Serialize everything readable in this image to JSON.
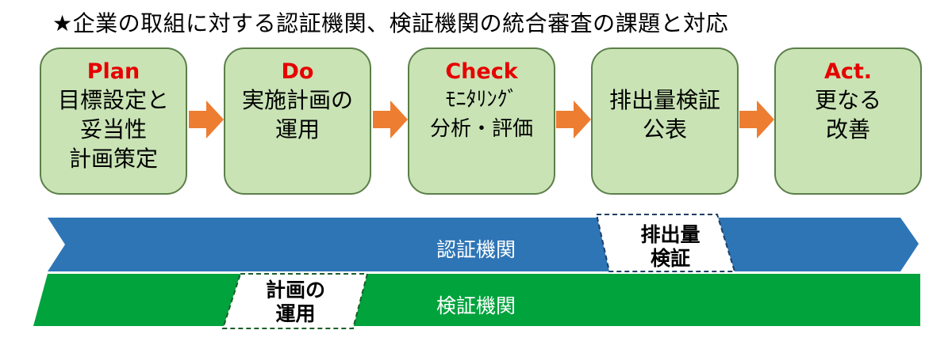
{
  "title": "★企業の取組に対する認証機関、検証機関の統合審査の課題と対応",
  "steps": [
    {
      "head": "Plan",
      "body": "目標設定と\n妥当性\n計画策定"
    },
    {
      "head": "Do",
      "body": "実施計画の\n運用"
    },
    {
      "head": "Check",
      "body": "ﾓﾆﾀﾘﾝｸﾞ\n分析・評価"
    },
    {
      "head": "",
      "body": "排出量検証\n公表"
    },
    {
      "head": "Act.",
      "body": "更なる\n改善"
    }
  ],
  "bands": {
    "certification": {
      "label": "認証機関",
      "color": "#2e75b6"
    },
    "verification": {
      "label": "検証機関",
      "color": "#00a33c"
    },
    "patch_top": "排出量\n検証",
    "patch_bottom": "計画の\n運用"
  },
  "colors": {
    "box_fill": "#c9e3b5",
    "box_border": "#5b7f49",
    "arrow": "#ed7d31",
    "head_text": "#e60000"
  }
}
